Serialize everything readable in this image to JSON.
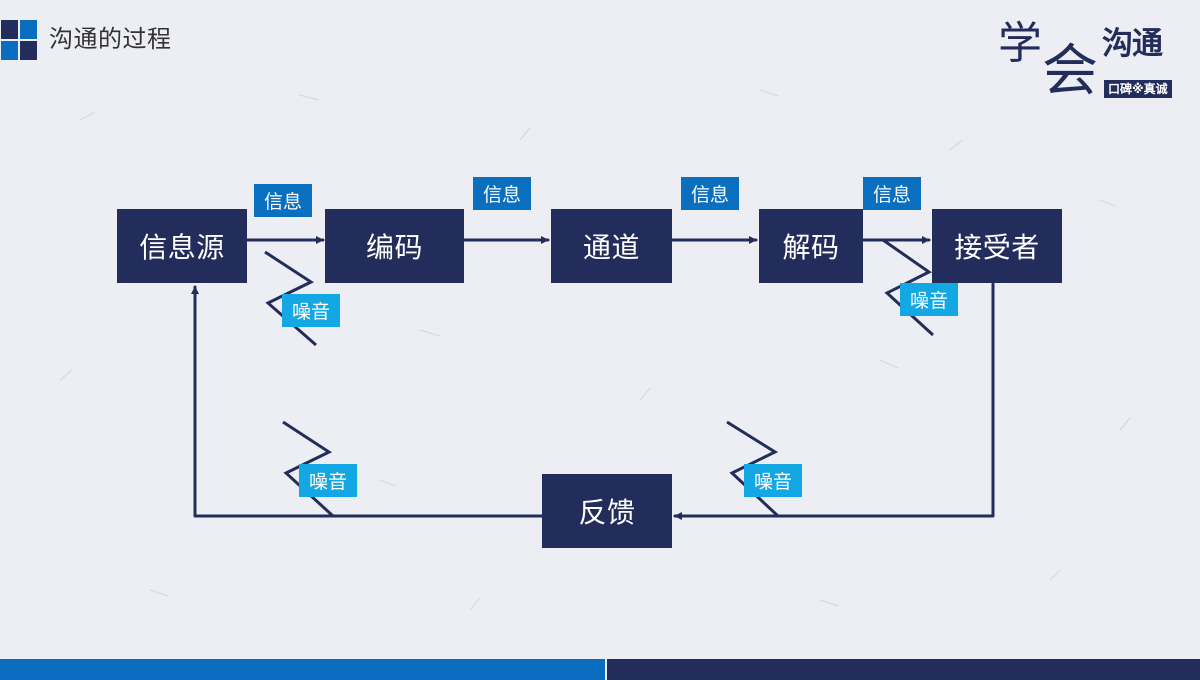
{
  "header": {
    "title": "沟通的过程",
    "logo_icon": "four-squares-icon"
  },
  "brand": {
    "char1": "学",
    "char2": "会",
    "chars3": "沟通",
    "tagline": "口碑※真诚"
  },
  "diagram": {
    "nodes": {
      "source": "信息源",
      "encode": "编码",
      "channel": "通道",
      "decode": "解码",
      "receiver": "接受者",
      "feedback": "反馈"
    },
    "message_label": "信息",
    "noise_label": "噪音",
    "flow": [
      {
        "from": "信息源",
        "to": "编码",
        "label": "信息",
        "noise": true
      },
      {
        "from": "编码",
        "to": "通道",
        "label": "信息",
        "noise": false
      },
      {
        "from": "通道",
        "to": "解码",
        "label": "信息",
        "noise": false
      },
      {
        "from": "解码",
        "to": "接受者",
        "label": "信息",
        "noise": true
      },
      {
        "from": "接受者",
        "to": "反馈",
        "label": "",
        "noise": true
      },
      {
        "from": "反馈",
        "to": "信息源",
        "label": "",
        "noise": true
      }
    ]
  },
  "colors": {
    "node_bg": "#232d5b",
    "info_tag_bg": "#0b6fbf",
    "noise_tag_bg": "#13a8e3",
    "accent_blue": "#0a6dbf",
    "background": "#eceef3"
  }
}
